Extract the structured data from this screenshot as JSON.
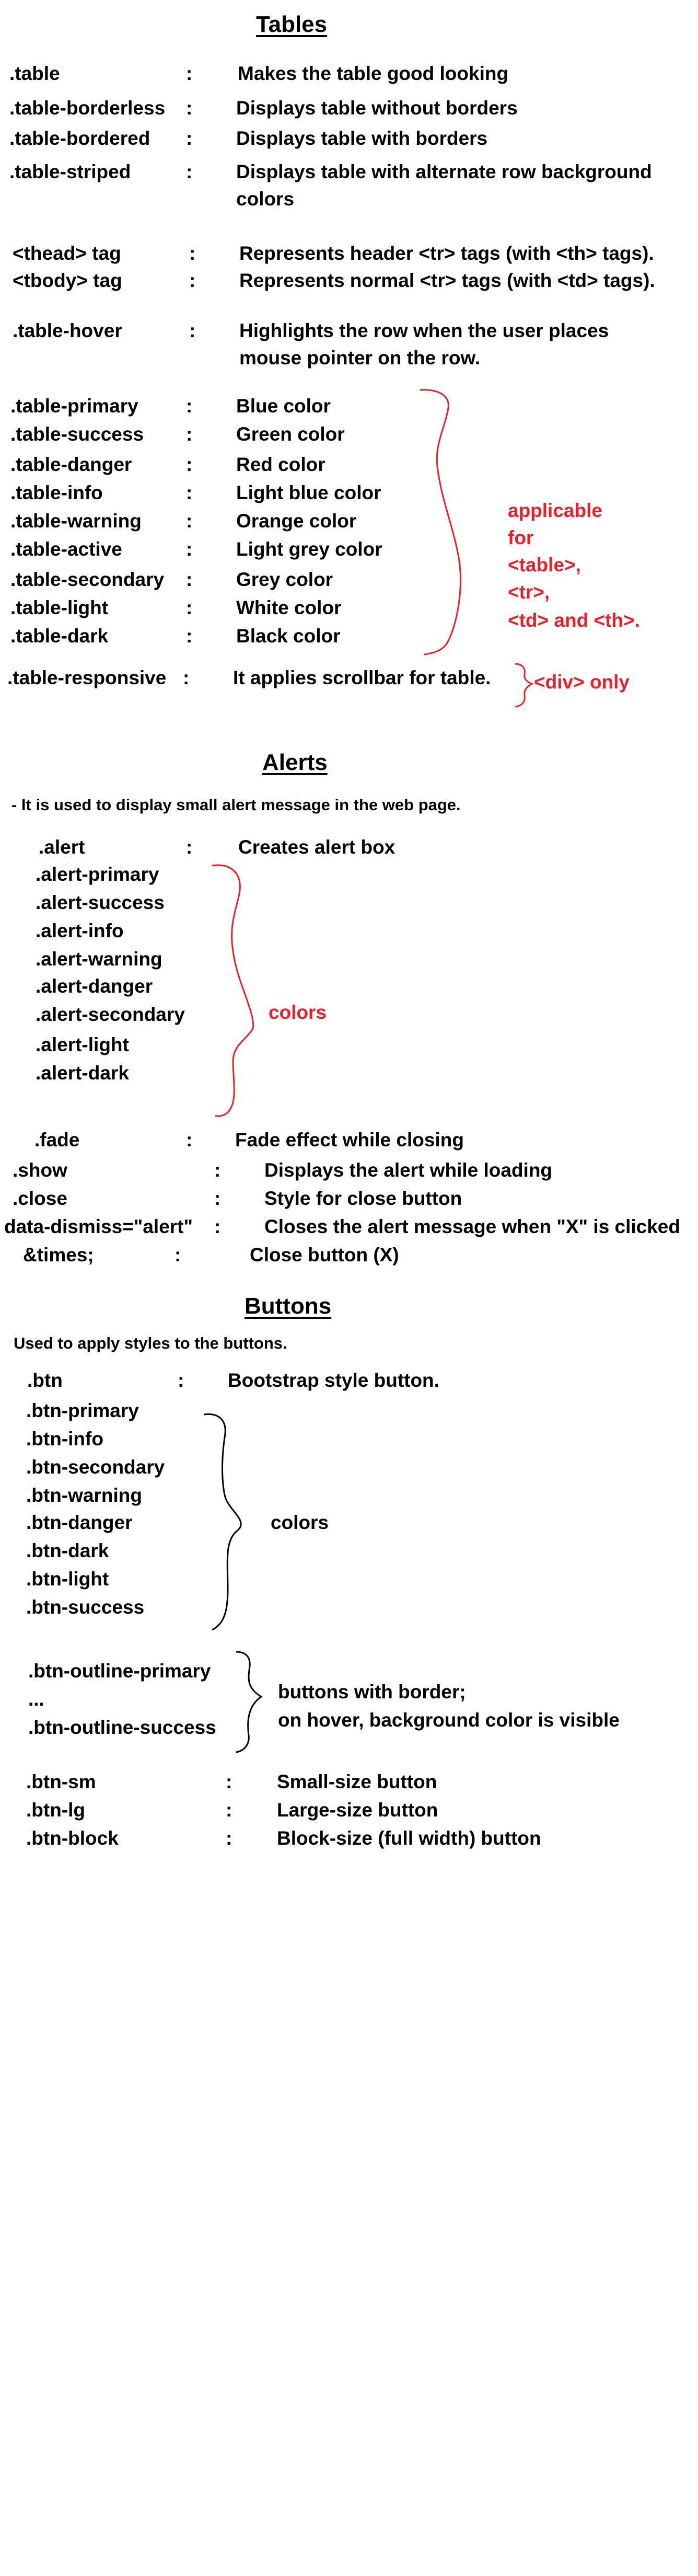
{
  "tables": {
    "heading": "Tables",
    "rows": [
      {
        "term": ".table",
        "sep": ":",
        "desc": "Makes the table good looking"
      },
      {
        "term": ".table-borderless",
        "sep": ":",
        "desc": "Displays table without borders"
      },
      {
        "term": ".table-bordered",
        "sep": ":",
        "desc": "Displays table with borders"
      },
      {
        "term": ".table-striped",
        "sep": ":",
        "desc": "Displays table with alternate row background",
        "desc2": "colors"
      },
      {
        "term": "<thead> tag",
        "sep": ":",
        "desc": "Represents header <tr> tags (with <th> tags)."
      },
      {
        "term": "<tbody> tag",
        "sep": ":",
        "desc": "Represents normal <tr> tags (with <td> tags)."
      },
      {
        "term": ".table-hover",
        "sep": ":",
        "desc": "Highlights the row when the user places",
        "desc2": "mouse pointer on the row."
      }
    ],
    "colors": [
      {
        "term": ".table-primary",
        "sep": ":",
        "desc": "Blue color"
      },
      {
        "term": ".table-success",
        "sep": ":",
        "desc": "Green color"
      },
      {
        "term": ".table-danger",
        "sep": ":",
        "desc": "Red color"
      },
      {
        "term": ".table-info",
        "sep": ":",
        "desc": "Light blue color"
      },
      {
        "term": ".table-warning",
        "sep": ":",
        "desc": "Orange color"
      },
      {
        "term": ".table-active",
        "sep": ":",
        "desc": "Light grey color"
      },
      {
        "term": ".table-secondary",
        "sep": ":",
        "desc": "Grey color"
      },
      {
        "term": ".table-light",
        "sep": ":",
        "desc": "White color"
      },
      {
        "term": ".table-dark",
        "sep": ":",
        "desc": "Black color"
      }
    ],
    "applicable_note": [
      "applicable",
      "for",
      "<table>,",
      "<tr>,",
      "<td> and <th>."
    ],
    "responsive": {
      "term": ".table-responsive",
      "sep": ":",
      "desc": "It applies scrollbar for table.",
      "note": "<div> only"
    }
  },
  "alerts": {
    "heading": "Alerts",
    "intro": "- It is used to display small alert message in the web page.",
    "alert_row": {
      "term": ".alert",
      "sep": ":",
      "desc": "Creates alert box"
    },
    "color_items": [
      ".alert-primary",
      ".alert-success",
      ".alert-info",
      ".alert-warning",
      ".alert-danger",
      ".alert-secondary",
      ".alert-light",
      ".alert-dark"
    ],
    "colors_note": "colors",
    "rows": [
      {
        "term": ".fade",
        "sep": ":",
        "desc": "Fade effect while closing"
      },
      {
        "term": ".show",
        "sep": ":",
        "desc": "Displays the alert while loading"
      },
      {
        "term": ".close",
        "sep": ":",
        "desc": "Style for close button"
      },
      {
        "term": "data-dismiss=\"alert\"",
        "sep": ":",
        "desc": "Closes the alert message when \"X\" is clicked"
      },
      {
        "term": "&times;",
        "sep": ":",
        "desc": "Close button (X)"
      }
    ]
  },
  "buttons": {
    "heading": "Buttons",
    "intro": "Used to apply styles to the buttons.",
    "btn_row": {
      "term": ".btn",
      "sep": ":",
      "desc": "Bootstrap style button."
    },
    "color_items": [
      ".btn-primary",
      ".btn-info",
      ".btn-secondary",
      ".btn-warning",
      ".btn-danger",
      ".btn-dark",
      ".btn-light",
      ".btn-success"
    ],
    "colors_note": "colors",
    "outline_items": [
      ".btn-outline-primary",
      "...",
      ".btn-outline-success"
    ],
    "outline_note": [
      "buttons with border;",
      "on hover, background color is visible"
    ],
    "size_rows": [
      {
        "term": ".btn-sm",
        "sep": ":",
        "desc": "Small-size button"
      },
      {
        "term": ".btn-lg",
        "sep": ":",
        "desc": "Large-size button"
      },
      {
        "term": ".btn-block",
        "sep": ":",
        "desc": "Block-size (full width) button"
      }
    ]
  },
  "colors": {
    "text": "#000000",
    "annotation": "#e8202a"
  }
}
